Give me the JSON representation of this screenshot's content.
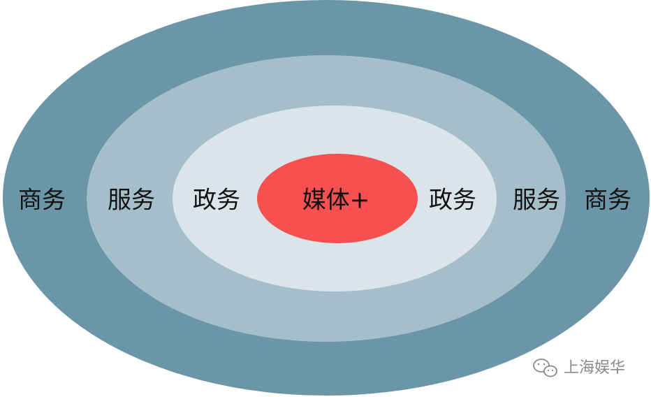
{
  "rings": [
    {
      "id": "outer",
      "label": "商务",
      "color": "#6b96a8"
    },
    {
      "id": "middle",
      "label": "服务",
      "color": "#a4bfca"
    },
    {
      "id": "inner",
      "label": "政务",
      "color": "#dae4e9"
    }
  ],
  "center": {
    "label": "媒体+",
    "color": "#f65051"
  },
  "watermark": {
    "text": "上海娱华",
    "icon": "wechat-icon"
  }
}
